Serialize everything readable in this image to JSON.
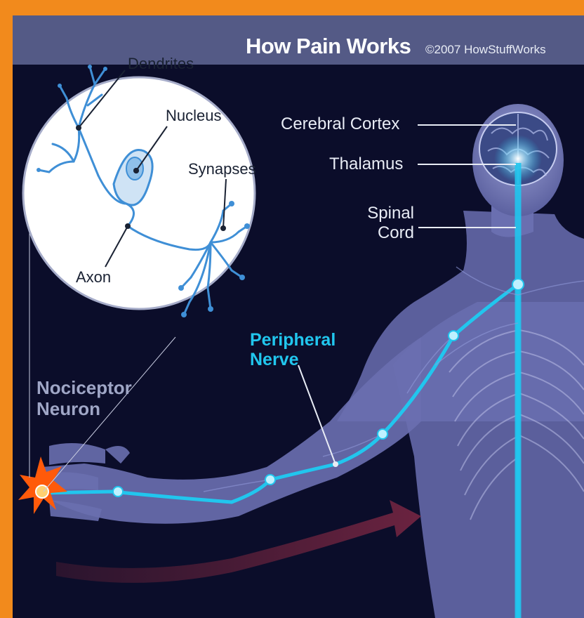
{
  "title": "How Pain Works",
  "copyright": "©2007 HowStuffWorks",
  "neuron_labels": {
    "dendrites": "Dendrites",
    "nucleus": "Nucleus",
    "synapses": "Synapses",
    "axon": "Axon"
  },
  "body_labels": {
    "cerebral_cortex": "Cerebral Cortex",
    "thalamus": "Thalamus",
    "spinal_cord_line1": "Spinal",
    "spinal_cord_line2": "Cord"
  },
  "nociceptor": {
    "line1": "Nociceptor",
    "line2": "Neuron"
  },
  "peripheral": {
    "line1": "Peripheral",
    "line2": "Nerve"
  },
  "colors": {
    "frame": "#f28a1c",
    "background": "#0b0d2a",
    "header": "#545a86",
    "body": "#6a6fb0",
    "nerve": "#21c6ee",
    "pain_arrow": "#5a1f35",
    "pain_burst": "#ff5a0a"
  }
}
